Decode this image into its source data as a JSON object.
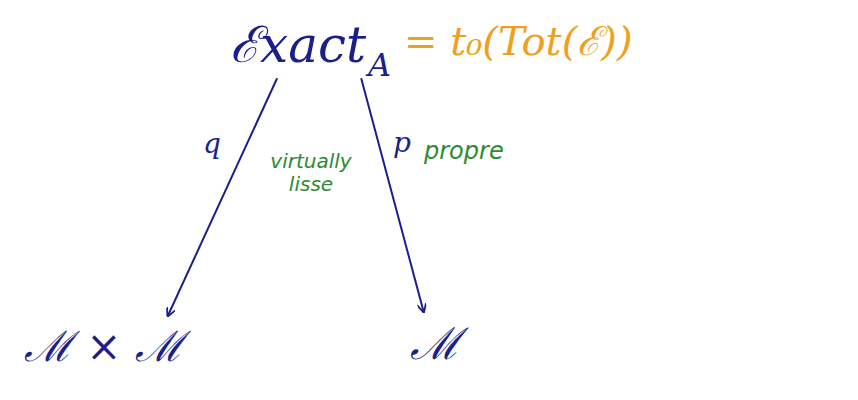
{
  "diagram": {
    "nodes": [
      {
        "text": [
          "ℰxact",
          "A"
        ]
      },
      {
        "text": [
          "ℳ × ℳ"
        ]
      },
      {
        "text": [
          "ℳ"
        ]
      }
    ],
    "edges": [
      {
        "from": 0,
        "to": 1,
        "arrow": "to",
        "label": "q"
      },
      {
        "from": 0,
        "to": 2,
        "arrow": "to",
        "label": "p"
      }
    ],
    "labels": [
      "= t₀(Tot(ℰ))",
      "virtually lisse",
      "propre"
    ]
  }
}
